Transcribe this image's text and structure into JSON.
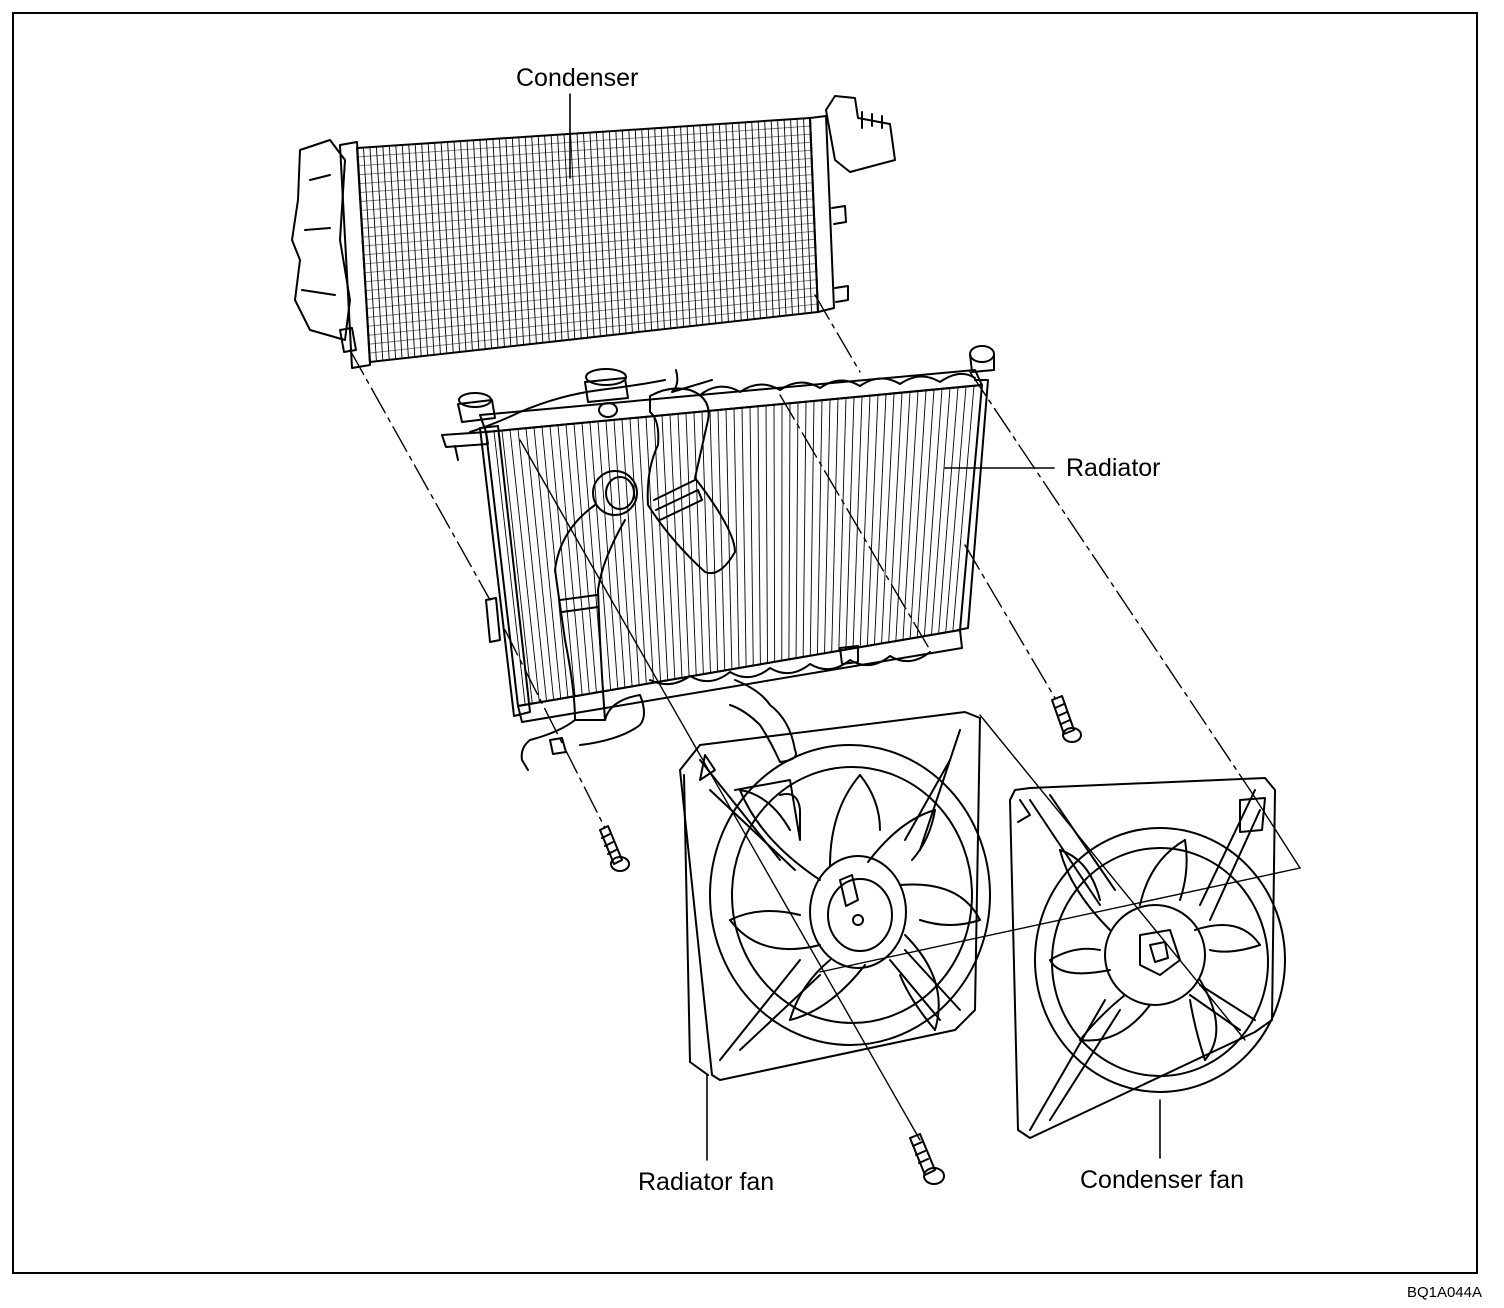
{
  "labels": {
    "condenser": "Condenser",
    "radiator": "Radiator",
    "radiator_fan": "Radiator fan",
    "condenser_fan": "Condenser fan"
  },
  "figure_code": "BQ1A044A",
  "colors": {
    "line": "#000000",
    "background": "#ffffff"
  }
}
